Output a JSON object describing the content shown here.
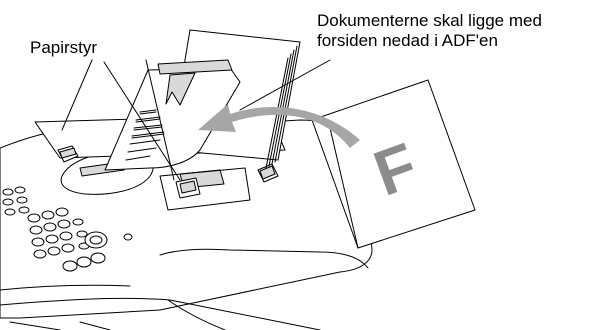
{
  "labels": {
    "paper_guide": "Papirstyr",
    "documents_line1": "Dokumenterne skal ligge med",
    "documents_line2": "forsiden nedad i ADF'en"
  },
  "document_letter": "F",
  "colors": {
    "line": "#000000",
    "arrow_gray": "#a6a6a6",
    "letter_gray": "#8c8c8c",
    "panel_gray": "#d9d9d9"
  }
}
